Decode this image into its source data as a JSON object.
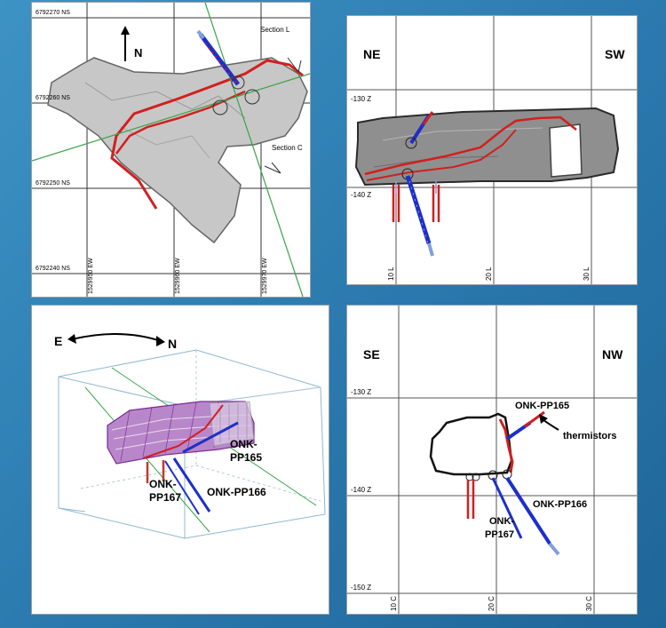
{
  "plan_view": {
    "northings": [
      "6792270 NS",
      "6792260 NS",
      "6792250 NS",
      "6792240 NS"
    ],
    "eastings": [
      "1529950 EW",
      "1529960 EW",
      "1529970 EW"
    ],
    "north_label": "N",
    "section_l": "Section L",
    "section_c": "Section C"
  },
  "section_ne_sw": {
    "left_dir": "NE",
    "right_dir": "SW",
    "levels": [
      "-130 Z",
      "-140 Z"
    ],
    "xticks": [
      "10 L",
      "20 L",
      "30 L"
    ]
  },
  "iso_view": {
    "axis_e": "E",
    "axis_n": "N",
    "holes": [
      "ONK-\nPP165",
      "ONK-\nPP167",
      "ONK-PP166"
    ],
    "hole_165_l1": "ONK-",
    "hole_165_l2": "PP165",
    "hole_167_l1": "ONK-",
    "hole_167_l2": "PP167",
    "hole_166": "ONK-PP166"
  },
  "section_se_nw": {
    "left_dir": "SE",
    "right_dir": "NW",
    "levels": [
      "-130 Z",
      "-140 Z",
      "-150 Z"
    ],
    "xticks": [
      "10 C",
      "20 C",
      "30 C"
    ],
    "hole_165": "ONK-PP165",
    "thermistors": "thermistors",
    "hole_166": "ONK-PP166",
    "hole_167_l1": "ONK-",
    "hole_167_l2": "PP167"
  }
}
